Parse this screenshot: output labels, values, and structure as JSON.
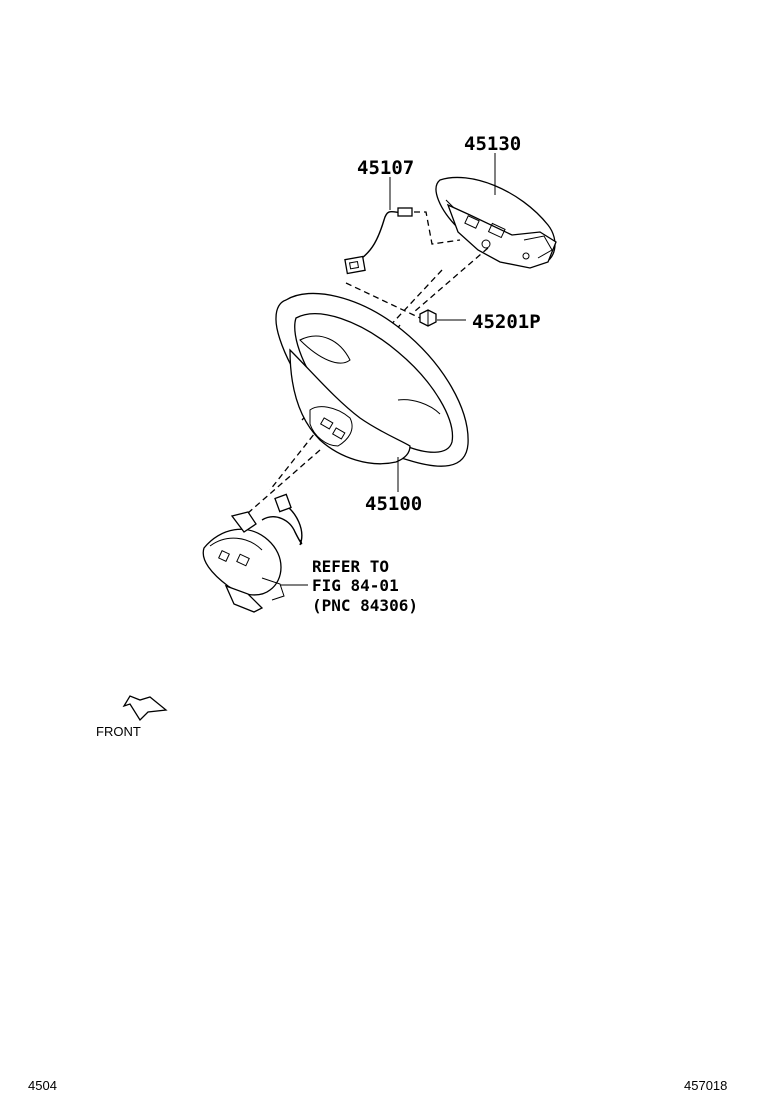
{
  "parts": [
    {
      "id": "steering-wheel-pad",
      "number": "45130"
    },
    {
      "id": "horn-wire",
      "number": "45107"
    },
    {
      "id": "nut",
      "number": "45201P"
    },
    {
      "id": "steering-wheel",
      "number": "45100"
    }
  ],
  "reference_note": {
    "line1": "REFER TO",
    "line2": "FIG 84-01",
    "line3": "(PNC 84306)"
  },
  "orientation": {
    "label": "FRONT"
  },
  "footer": {
    "left_code": "4504",
    "right_code": "457018"
  }
}
